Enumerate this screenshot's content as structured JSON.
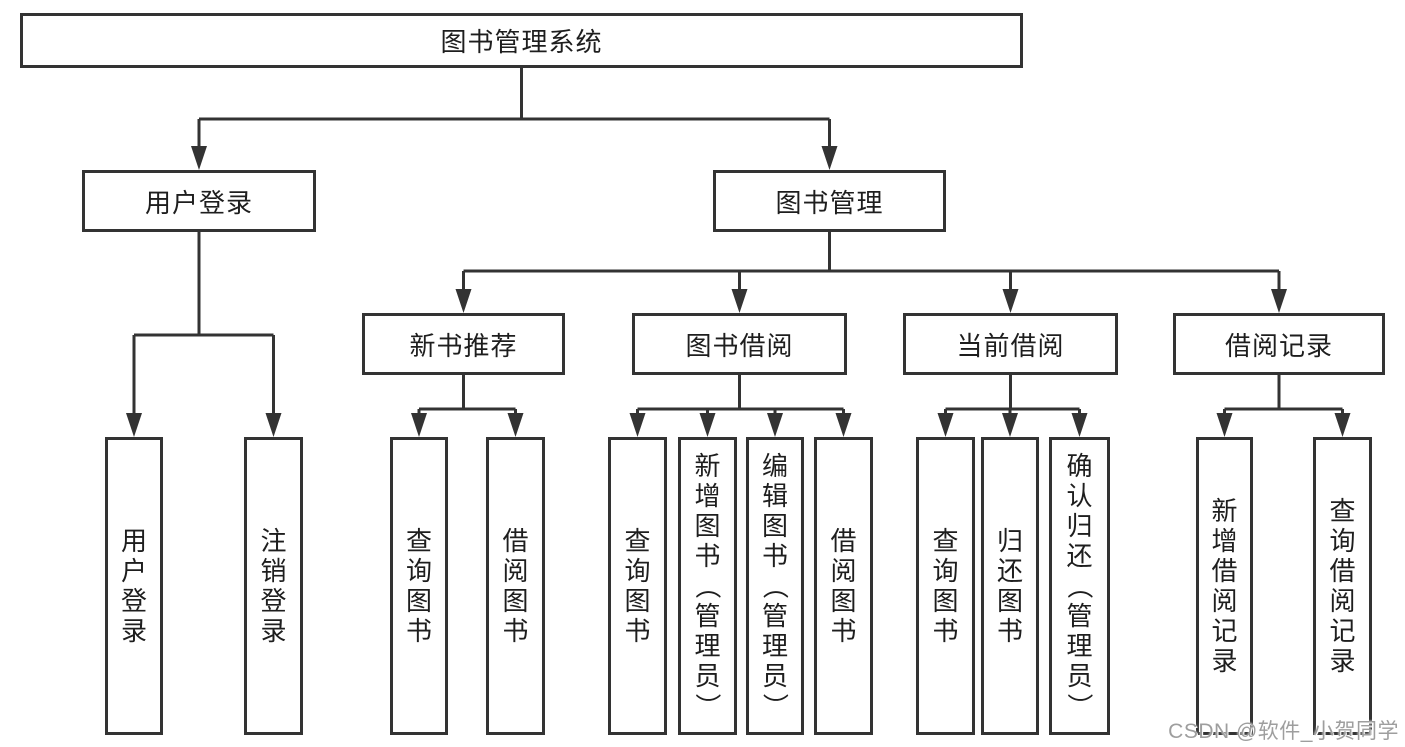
{
  "diagram_title": "图书管理系统",
  "tree": {
    "root": {
      "label": "图书管理系统",
      "children": [
        {
          "label": "用户登录",
          "children": [
            {
              "label": "用户登录"
            },
            {
              "label": "注销登录"
            }
          ]
        },
        {
          "label": "图书管理",
          "children": [
            {
              "label": "新书推荐",
              "children": [
                {
                  "label": "查询图书"
                },
                {
                  "label": "借阅图书"
                }
              ]
            },
            {
              "label": "图书借阅",
              "children": [
                {
                  "label": "查询图书"
                },
                {
                  "label": "新增图书（管理员）"
                },
                {
                  "label": "编辑图书（管理员）"
                },
                {
                  "label": "借阅图书"
                }
              ]
            },
            {
              "label": "当前借阅",
              "children": [
                {
                  "label": "查询图书"
                },
                {
                  "label": "归还图书"
                },
                {
                  "label": "确认归还（管理员）"
                }
              ]
            },
            {
              "label": "借阅记录",
              "children": [
                {
                  "label": "新增借阅记录"
                },
                {
                  "label": "查询借阅记录"
                }
              ]
            }
          ]
        }
      ]
    }
  },
  "watermark": {
    "text": "CSDN @软件_小贺同学"
  },
  "colors": {
    "background": "#ffffff",
    "line": "#333333",
    "box_border": "#333333",
    "box_fill": "#ffffff",
    "text": "#1e1e1e",
    "watermark": "#9e9e9e"
  }
}
